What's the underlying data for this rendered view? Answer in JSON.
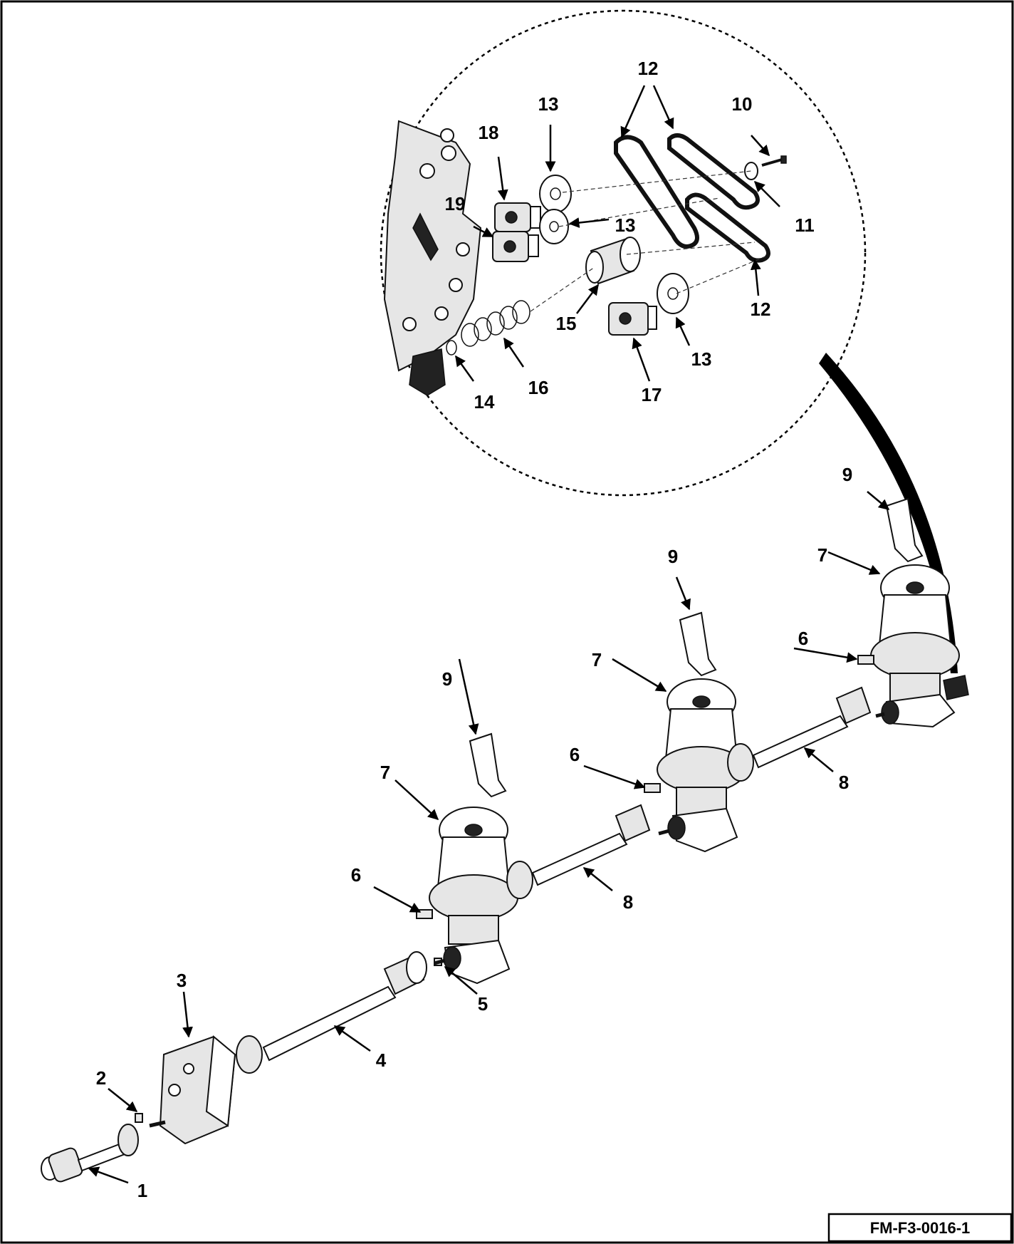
{
  "figure_id": "FM-F3-0016-1",
  "callouts": {
    "c1": "1",
    "c2": "2",
    "c3": "3",
    "c4": "4",
    "c5": "5",
    "c6a": "6",
    "c6b": "6",
    "c6c": "6",
    "c7a": "7",
    "c7b": "7",
    "c7c": "7",
    "c8a": "8",
    "c8b": "8",
    "c9a": "9",
    "c9b": "9",
    "c9c": "9",
    "c10": "10",
    "c11": "11",
    "c12a": "12",
    "c12b": "12",
    "c13a": "13",
    "c13b": "13",
    "c13c": "13",
    "c14": "14",
    "c15": "15",
    "c16": "16",
    "c17": "17",
    "c18": "18",
    "c19": "19"
  }
}
